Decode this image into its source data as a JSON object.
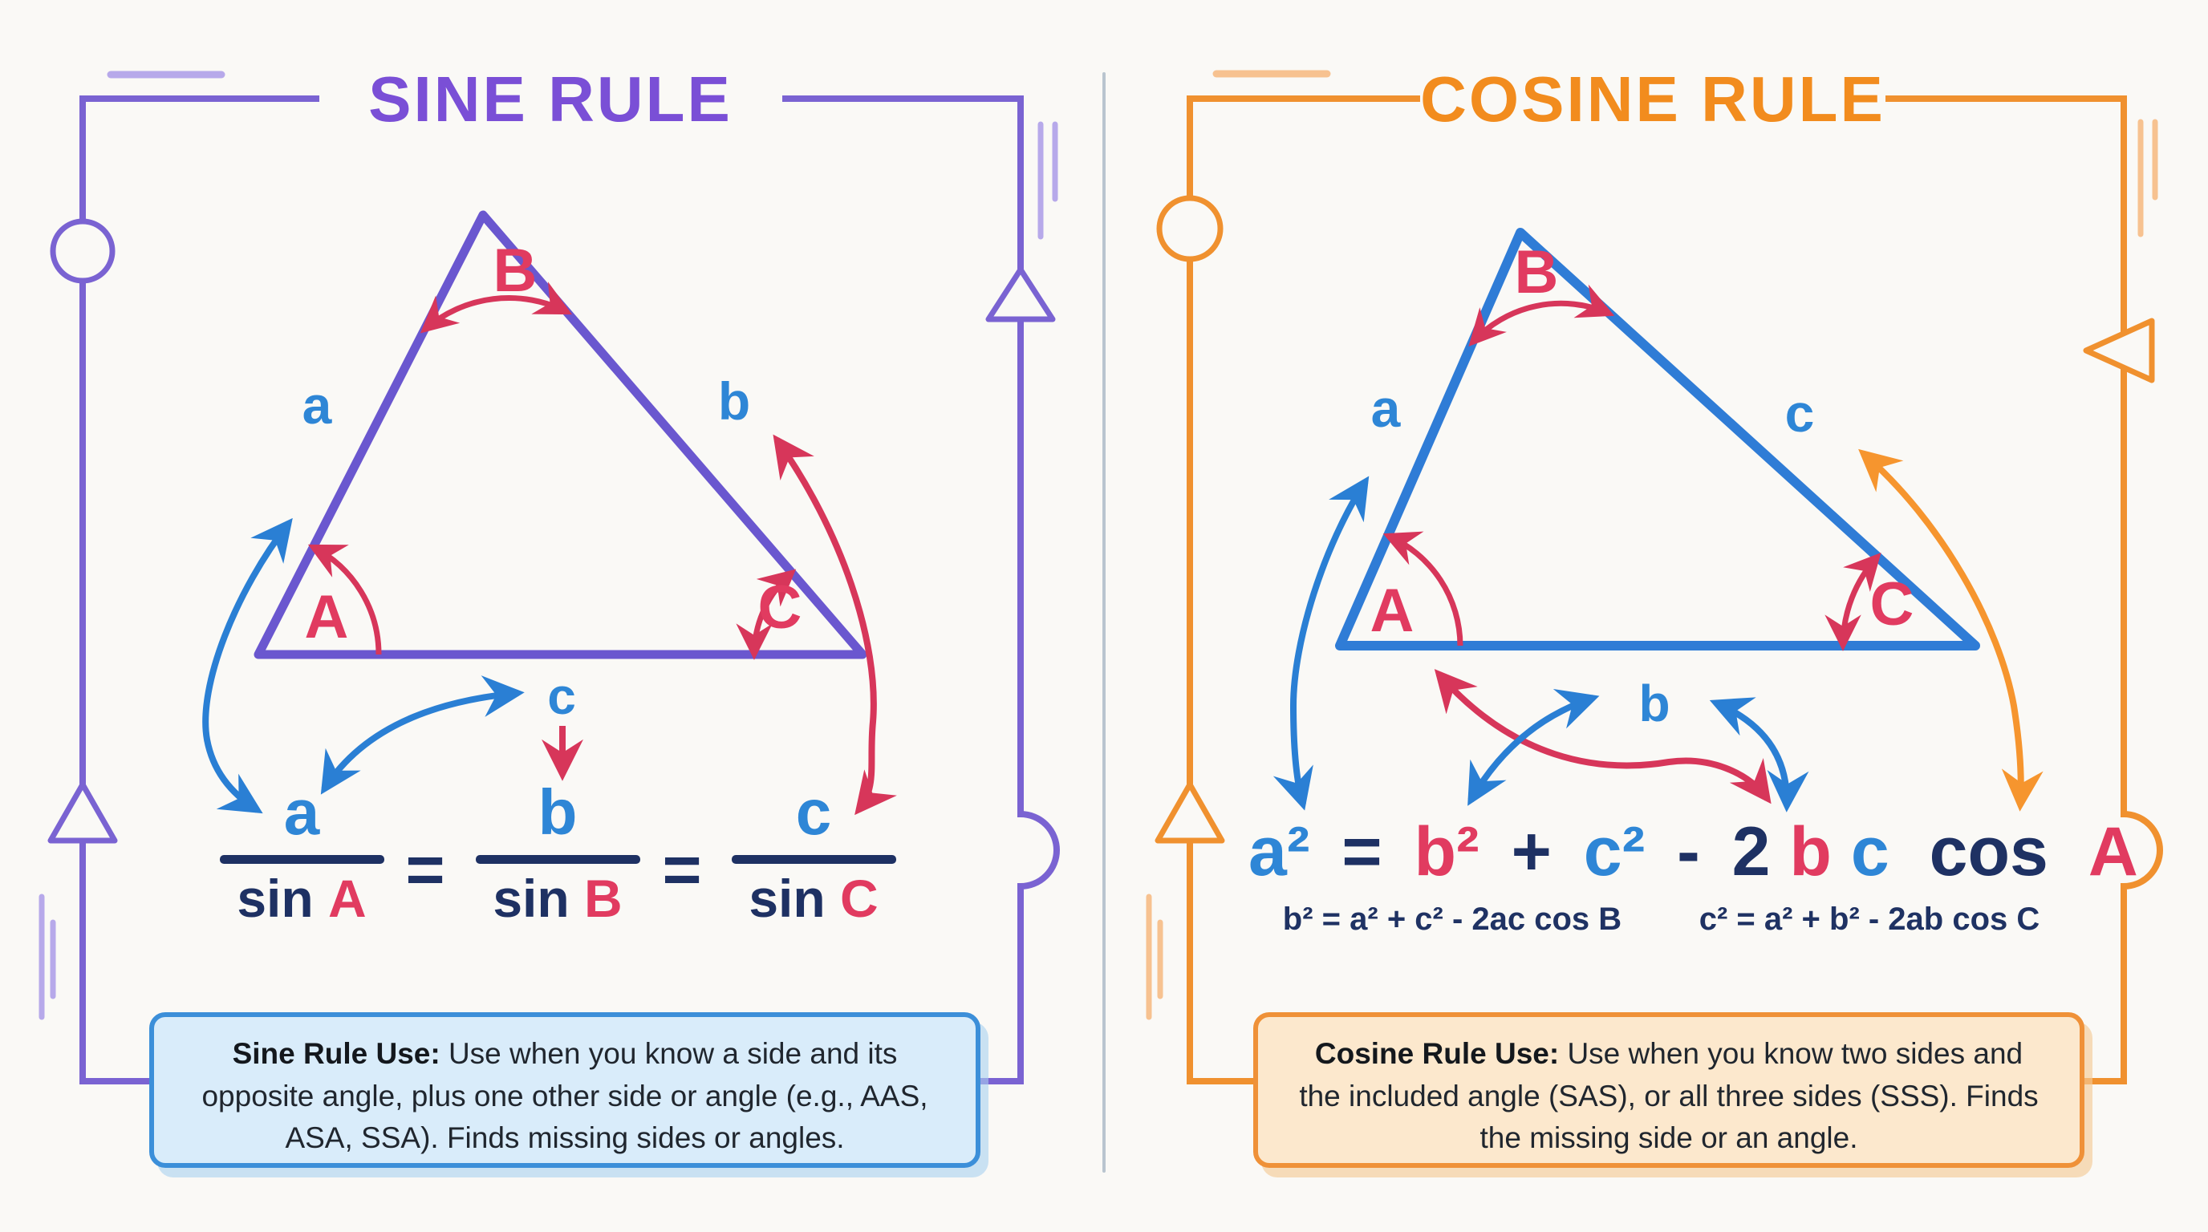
{
  "palette": {
    "background": "#faf9f6",
    "purple_frame": "#7a63d2",
    "purple_title": "#7a4fd6",
    "purple_light": "#b7a9ea",
    "orange_frame": "#f0912f",
    "orange_title": "#f28c1e",
    "orange_light": "#f7c290",
    "blue_letter": "#2e86d6",
    "blue_arrow": "#2a7fd4",
    "red_letter": "#e13b60",
    "red_arrow": "#d7365a",
    "navy_text": "#1e3163",
    "blue_triangle_stroke": "#2f7cd6",
    "purple_triangle_stroke": "#6a57cf",
    "divider_gray": "#aebdc9",
    "box_blue_bg": "#d9ecfa",
    "box_blue_border": "#3c8fd9",
    "box_orange_bg": "#fce8cd",
    "box_orange_border": "#ef9138"
  },
  "left": {
    "title": "SINE RULE",
    "triangle": {
      "angle_a": "A",
      "angle_b": "B",
      "angle_c": "C",
      "side_a": "a",
      "side_b": "b",
      "side_c": "c"
    },
    "formula": {
      "equals": "=",
      "fractions": [
        {
          "num": "a",
          "den_fn": "sin",
          "den_angle": "A"
        },
        {
          "num": "b",
          "den_fn": "sin",
          "den_angle": "B"
        },
        {
          "num": "c",
          "den_fn": "sin",
          "den_angle": "C"
        }
      ]
    },
    "box": {
      "lead": "Sine Rule Use:",
      "body": "Use when you know a side and its opposite angle, plus one other side or angle (e.g., AAS, ASA, SSA). Finds missing sides or angles."
    }
  },
  "right": {
    "title": "COSINE RULE",
    "triangle": {
      "angle_a": "A",
      "angle_b": "B",
      "angle_c": "C",
      "side_a": "a",
      "side_b": "b",
      "side_c": "c"
    },
    "formula_tokens": [
      "a²",
      "=",
      "b²",
      "+",
      "c²",
      "-",
      "2",
      "b",
      "c",
      "cos",
      "A"
    ],
    "sub_formulas": [
      "b² = a² + c² - 2ac cos B",
      "c² = a² + b² - 2ab cos C"
    ],
    "box": {
      "lead": "Cosine Rule Use:",
      "body": "Use when you know two sides and the included angle (SAS), or all three sides (SSS). Finds the missing side or an angle."
    }
  }
}
